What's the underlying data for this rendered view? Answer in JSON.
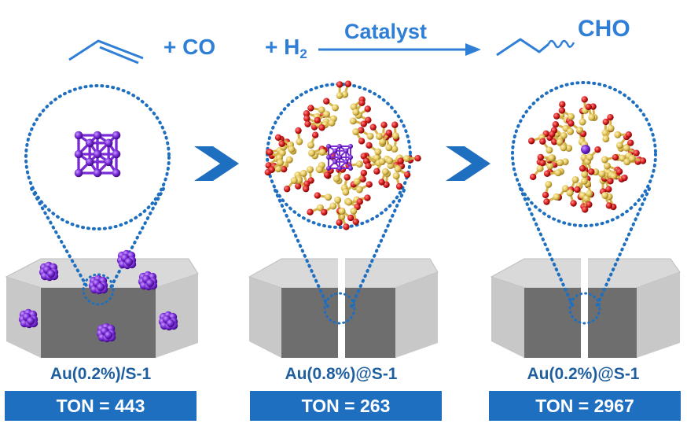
{
  "reaction": {
    "co": "+ CO",
    "h2_prefix": "+ H",
    "h2_sub": "2",
    "catalyst": "Catalyst",
    "product": "CHO"
  },
  "panels": [
    {
      "label": "Au(0.2%)/S-1",
      "ton_label": "TON",
      "ton_value": "443"
    },
    {
      "label": "Au(0.8%)@S-1",
      "ton_label": "TON",
      "ton_value": "263"
    },
    {
      "label": "Au(0.2%)@S-1",
      "ton_label": "TON",
      "ton_value": "2967"
    }
  ],
  "colors": {
    "accent_blue": "#2f7fd6",
    "ton_bar": "#1f6fc0",
    "gold_cluster": "#7a2bd6",
    "zeolite_oxygen": "#d81c1c",
    "zeolite_silicon": "#e2c45a"
  }
}
